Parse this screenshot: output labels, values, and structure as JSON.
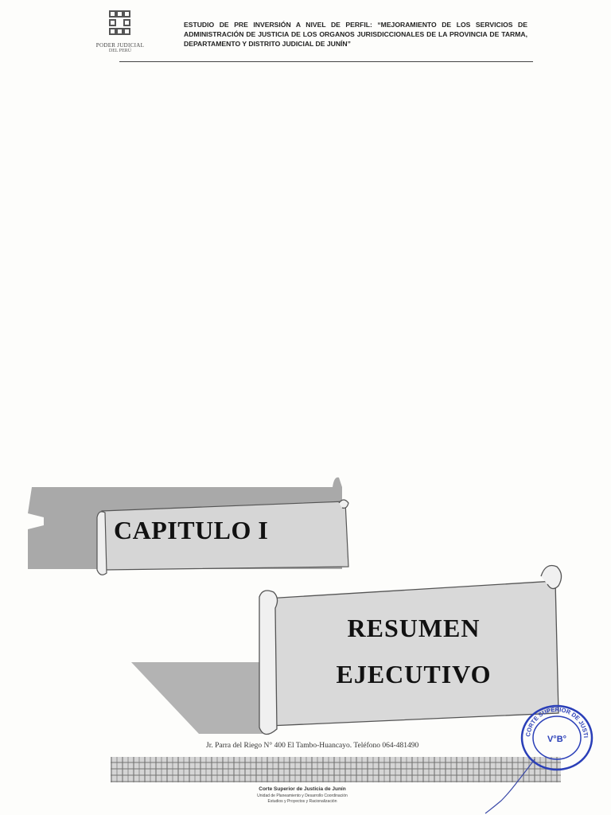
{
  "header": {
    "logo": {
      "name": "PODER JUDICIAL",
      "subtitle": "DEL PERÚ"
    },
    "study_title": "ESTUDIO DE PRE INVERSIÓN A NIVEL DE PERFIL: “MEJORAMIENTO DE LOS SERVICIOS DE ADMINISTRACIÓN DE JUSTICIA DE LOS ORGANOS JURISDICCIONALES DE LA PROVINCIA DE TARMA, DEPARTAMENTO Y DISTRITO JUDICIAL DE JUNÍN”"
  },
  "banners": {
    "chapter": "CAPITULO I",
    "section_line1": "RESUMEN",
    "section_line2": "EJECUTIVO"
  },
  "footer": {
    "address": "Jr. Parra del Riego N° 400 El Tambo-Huancayo. Teléfono 064-481490",
    "org_name": "Corte Superior de Justicia de Junín",
    "org_line2": "Unidad de Planeamiento y Desarrollo Coordinación",
    "org_line3": "Estudios y Proyectos y Racionalización"
  },
  "stamp": {
    "text": "CORTE SUPERIOR DE JUSTICIA DE JUNÍN",
    "center": "V°B°"
  },
  "colors": {
    "shadow": "#a9a9a9",
    "scroll_fill": "#d9d9d9",
    "stamp_blue": "#2a3fb8"
  }
}
